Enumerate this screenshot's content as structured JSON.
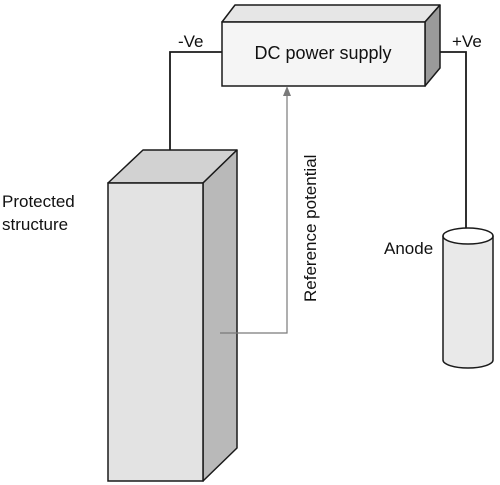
{
  "labels": {
    "power_supply": "DC power supply",
    "negative_terminal": "-Ve",
    "positive_terminal": "+Ve",
    "protected_structure_line1": "Protected",
    "protected_structure_line2": "structure",
    "reference_potential": "Reference potential",
    "anode": "Anode"
  },
  "colors": {
    "background": "#ffffff",
    "outline": "#1a1a1a",
    "box_front": "#f5f5f5",
    "box_top": "#e6e6e6",
    "box_side": "#9a9a9a",
    "structure_front": "#e3e3e3",
    "structure_top": "#d2d2d2",
    "structure_side": "#b9b9b9",
    "anode_body": "#e9e9e9",
    "anode_top": "#ffffff",
    "wire": "#1a1a1a",
    "reference_wire": "#7a7a7a"
  }
}
